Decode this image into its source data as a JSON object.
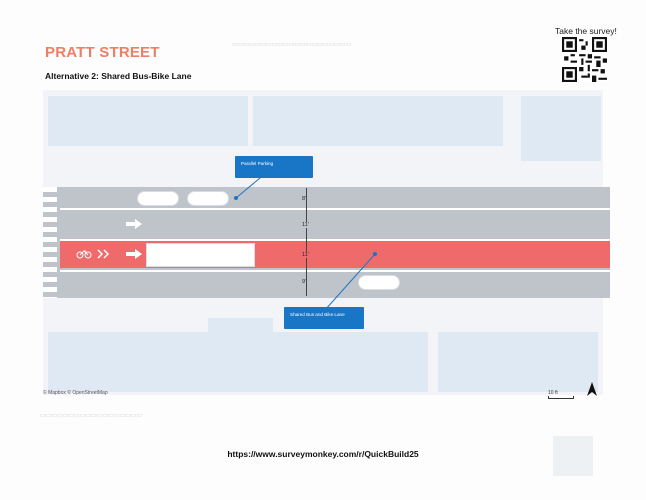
{
  "header": {
    "title": "PRATT STREET",
    "subtitle": "Alternative 2: Shared Bus-Bike Lane"
  },
  "survey": {
    "label": "Take the survey!",
    "url": "https://www.surveymonkey.com/r/QuickBuild25"
  },
  "callouts": {
    "parking": "Parallel Parking",
    "bus_lane": "Shared Bus and Bike Lane"
  },
  "lane_widths": [
    "8'",
    "11'",
    "11'",
    "9'"
  ],
  "map": {
    "credits": "© Mapbox © OpenStreetMap",
    "scale": "10 ft",
    "colors": {
      "bus_lane": "#ef6b6b",
      "road": "#bfc4cb",
      "callout": "#1976c7",
      "title": "#f07e63"
    }
  }
}
